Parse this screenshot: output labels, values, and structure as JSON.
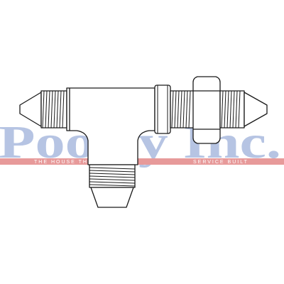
{
  "watermark": {
    "brand": "Pooley Inc.",
    "tagline_left": "THE HOUSE THAT",
    "tagline_right": "SERVICE BUILT",
    "brand_color": "#b6c4e3",
    "band_color": "#e79a9a"
  },
  "drawing": {
    "subject": "bulkhead-tee-fitting",
    "line_color": "#1a1a1a",
    "fill_color": "#ffffff"
  }
}
